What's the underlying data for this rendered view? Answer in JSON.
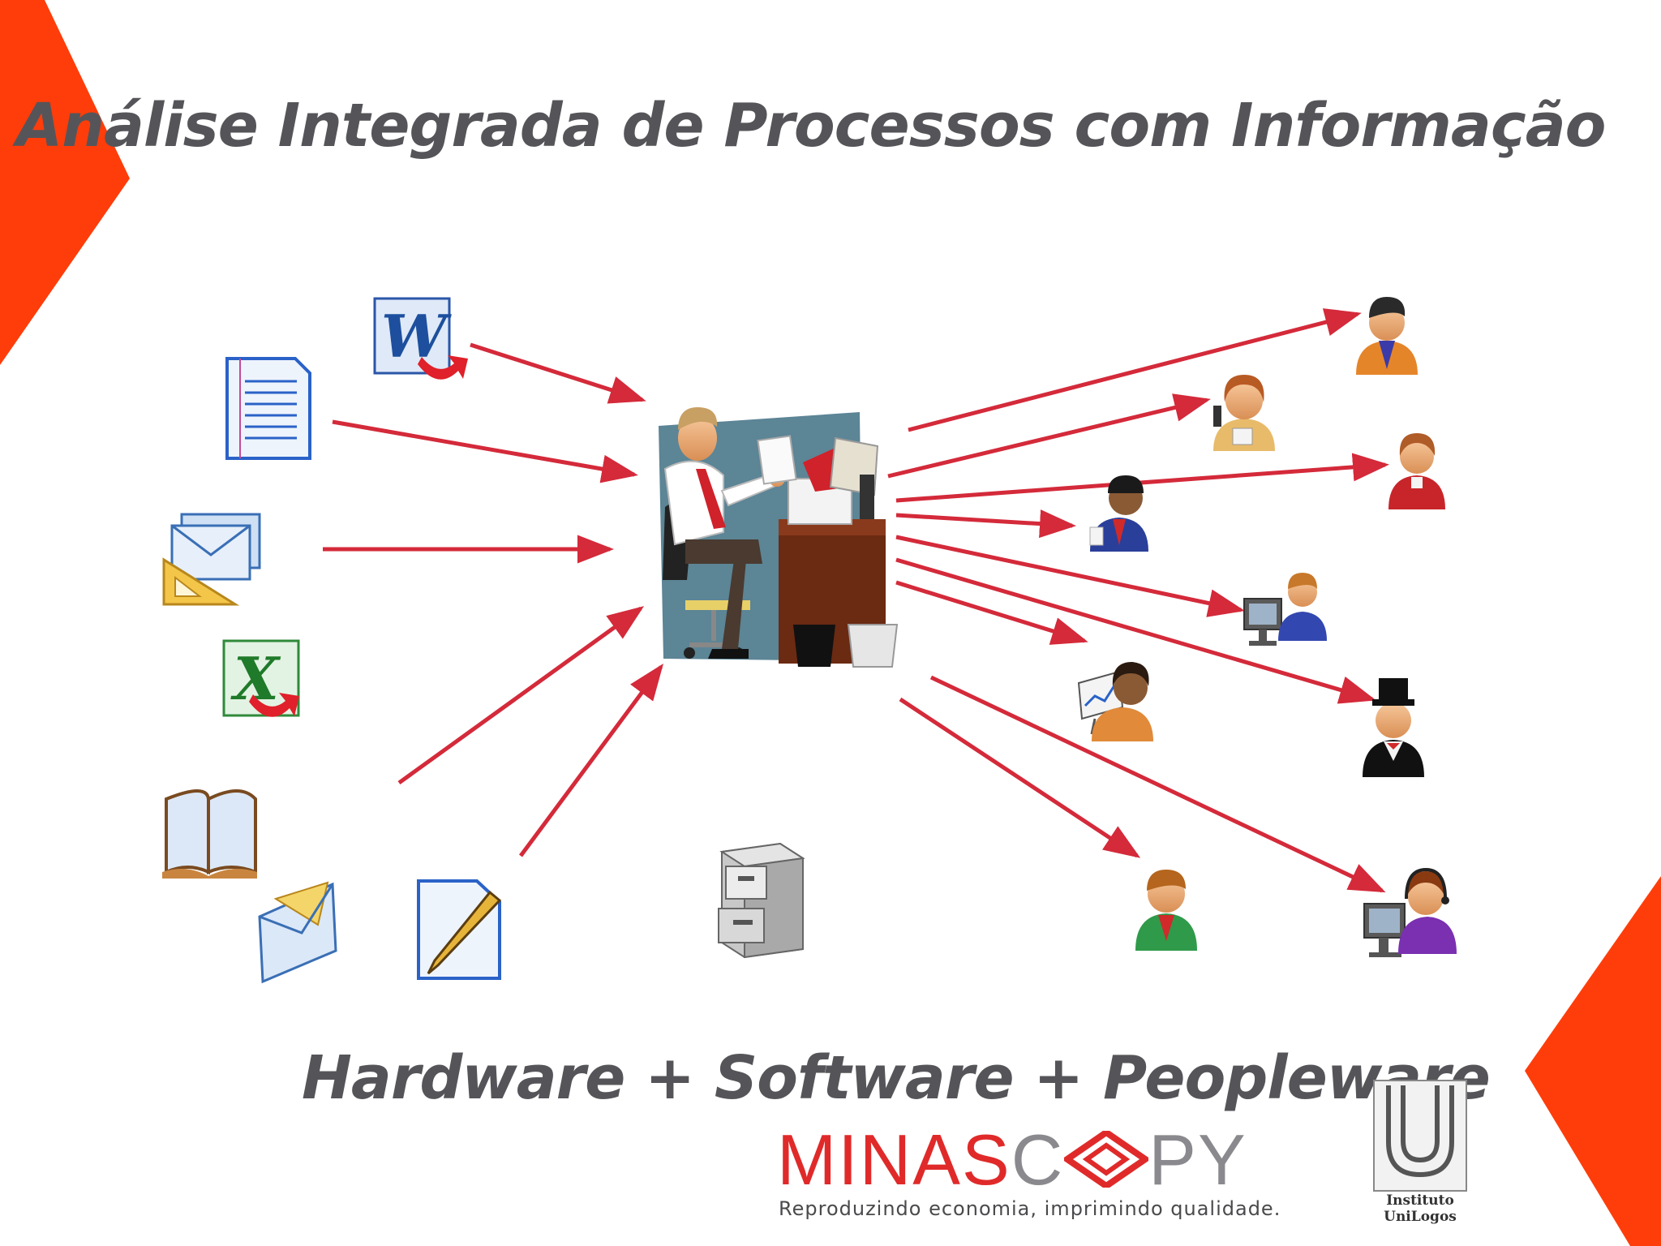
{
  "slide": {
    "title": "Análise Integrada de Processos com Informação",
    "subtitle": "Hardware + Software + Peopleware"
  },
  "colors": {
    "accent": "#ff3d0a",
    "arrow": "#d42a3a",
    "text": "#555559",
    "logo_red": "#e02a2a",
    "logo_gray": "#8a8a8e"
  },
  "diagram": {
    "center": "office-worker-at-desk",
    "sources": [
      "word-document-icon",
      "text-document-icon",
      "email-stack-icon",
      "excel-document-icon",
      "open-book-icon",
      "envelope-icon",
      "edit-document-icon"
    ],
    "storage": "file-cabinet-icon",
    "recipients": [
      "businessman-orange-icon",
      "woman-with-phone-icon",
      "woman-red-icon",
      "man-blue-suit-icon",
      "person-at-computer-icon",
      "presenter-with-chart-icon",
      "man-top-hat-icon",
      "man-green-icon",
      "call-center-agent-icon"
    ]
  },
  "logos": {
    "minascopy": {
      "wordmark_red": "MINAS",
      "wordmark_c": "C",
      "wordmark_gray": "PY",
      "tagline": "Reproduzindo economia, imprimindo qualidade."
    },
    "unilogos": {
      "line1": "Instituto",
      "line2": "UniLogos"
    }
  }
}
